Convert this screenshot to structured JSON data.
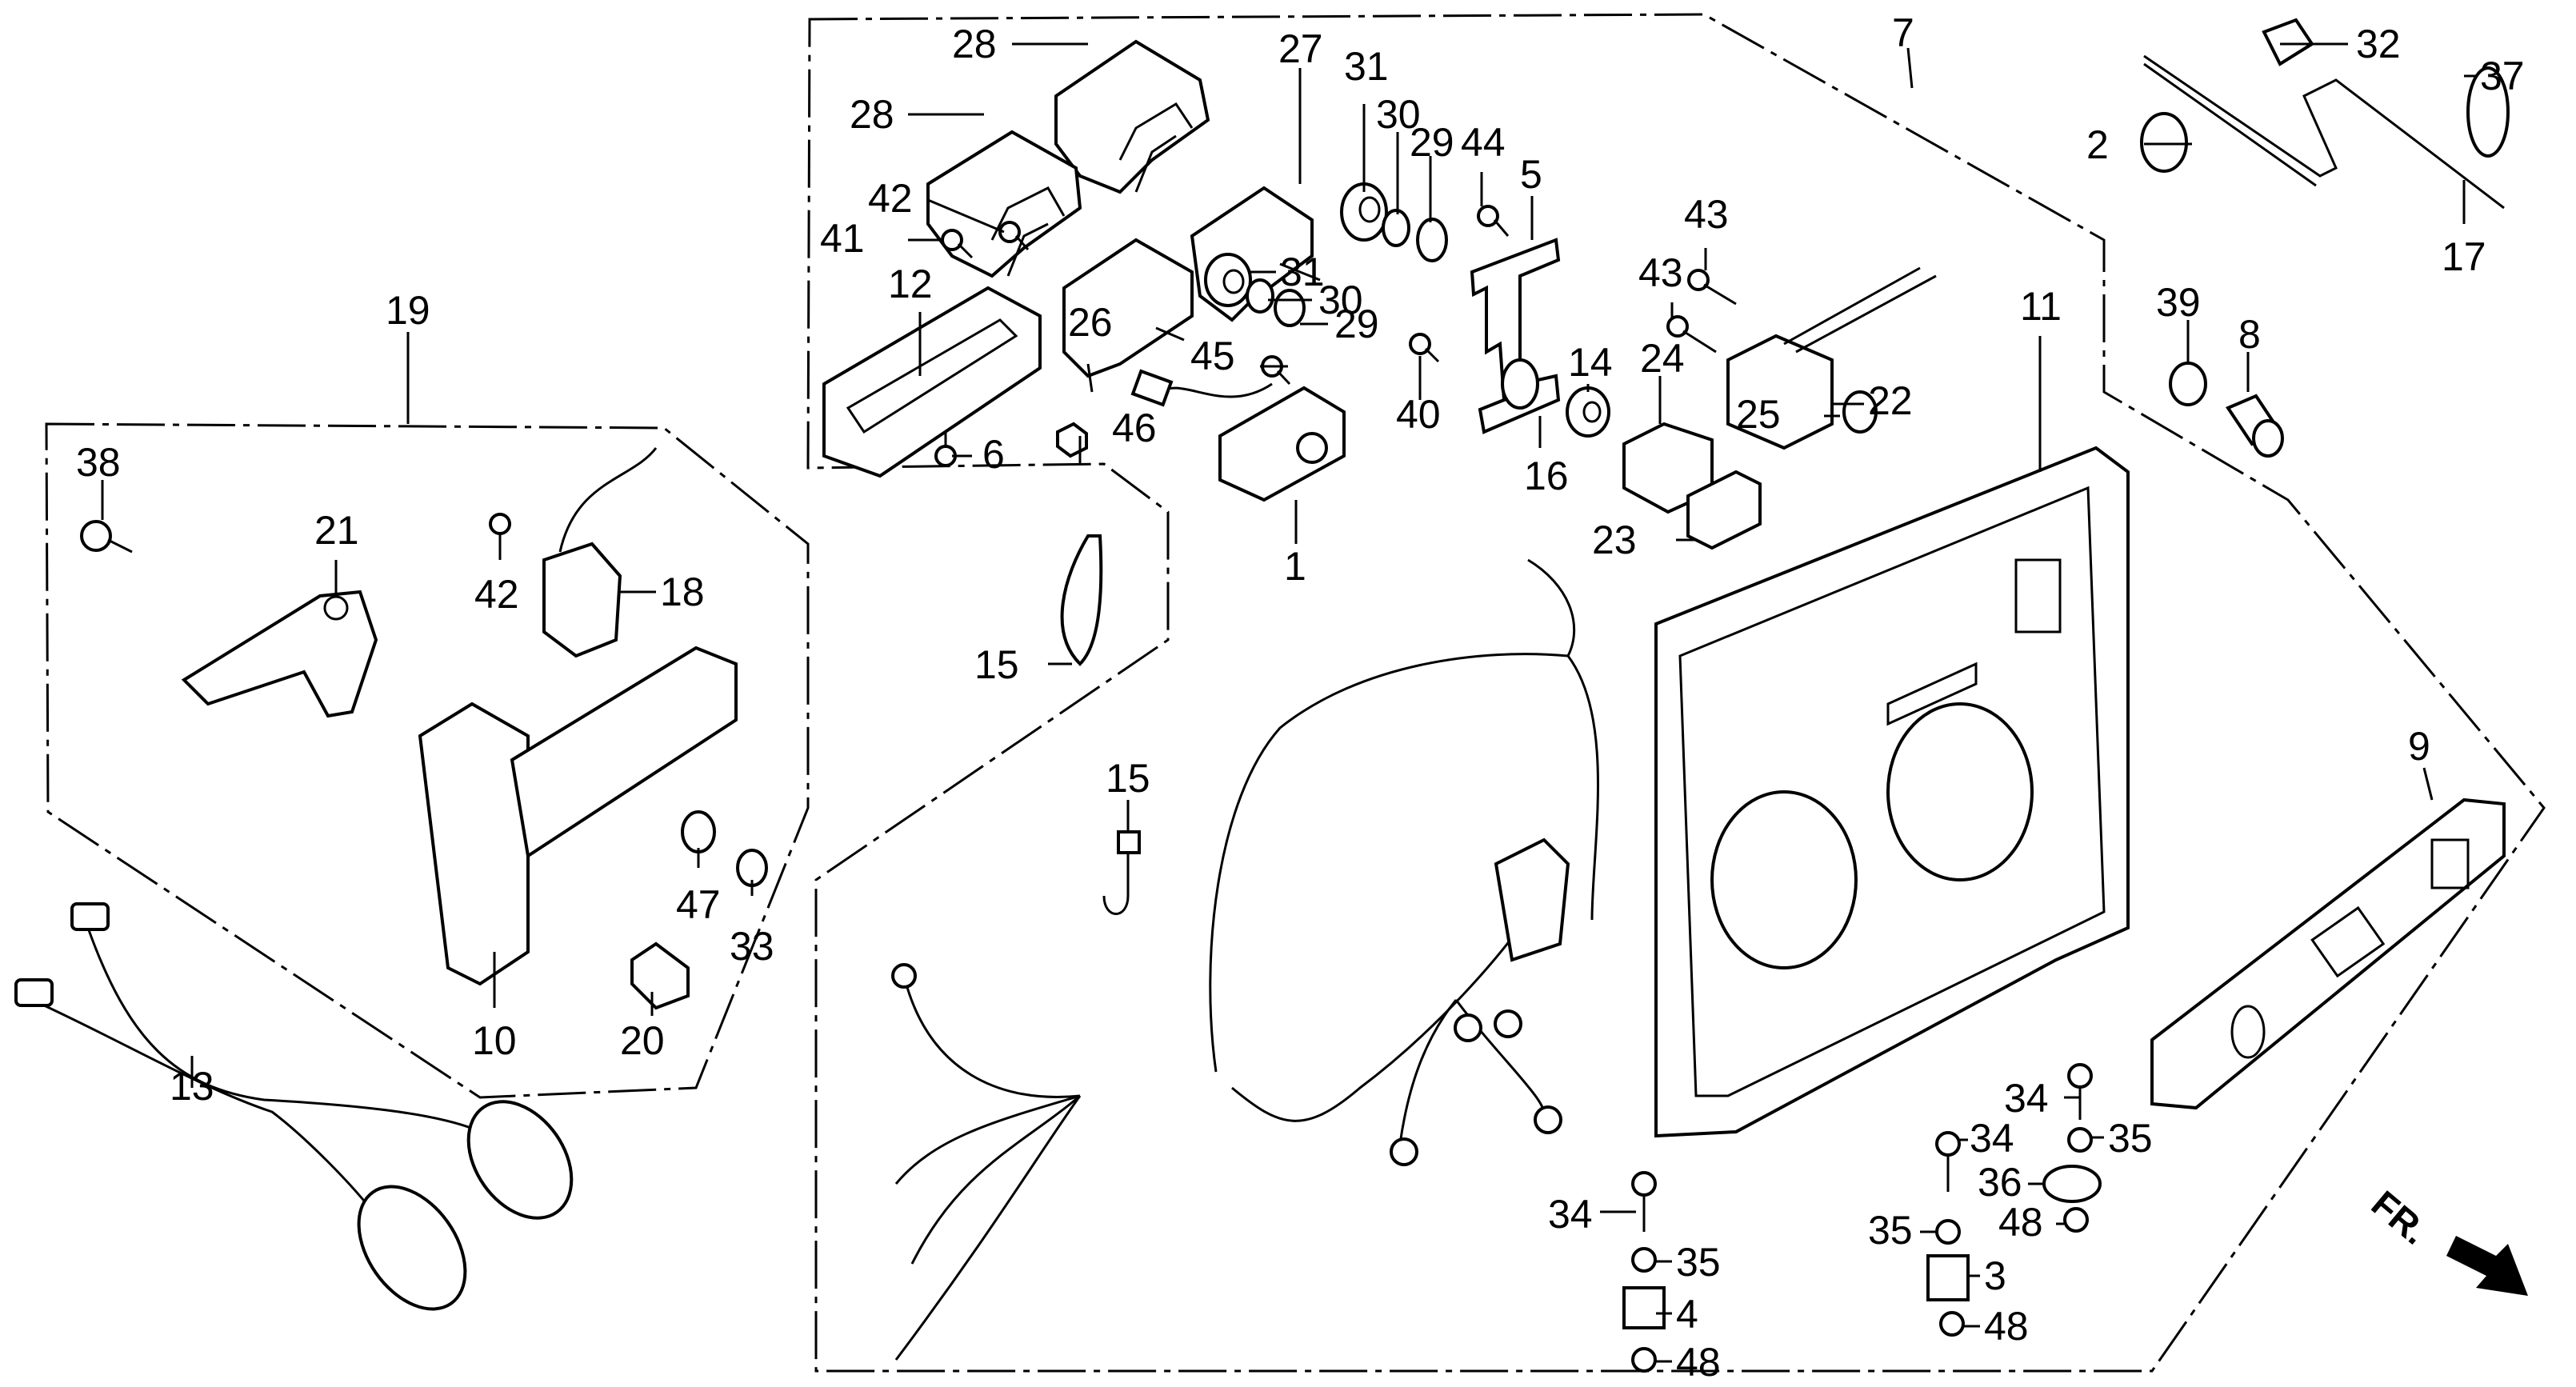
{
  "diagram": {
    "type": "exploded-parts-diagram",
    "subject": "generator control panel assembly",
    "direction_marker": "FR.",
    "callouts": [
      {
        "id": "c28a",
        "label": "28"
      },
      {
        "id": "c28b",
        "label": "28"
      },
      {
        "id": "c27",
        "label": "27"
      },
      {
        "id": "c31a",
        "label": "31"
      },
      {
        "id": "c30a",
        "label": "30"
      },
      {
        "id": "c29a",
        "label": "29"
      },
      {
        "id": "c44",
        "label": "44"
      },
      {
        "id": "c5",
        "label": "5"
      },
      {
        "id": "c7",
        "label": "7"
      },
      {
        "id": "c42a",
        "label": "42"
      },
      {
        "id": "c41",
        "label": "41"
      },
      {
        "id": "c31b",
        "label": "31"
      },
      {
        "id": "c30b",
        "label": "30"
      },
      {
        "id": "c29b",
        "label": "29"
      },
      {
        "id": "c26",
        "label": "26"
      },
      {
        "id": "c12",
        "label": "12"
      },
      {
        "id": "c45",
        "label": "45"
      },
      {
        "id": "c40",
        "label": "40"
      },
      {
        "id": "c46",
        "label": "46"
      },
      {
        "id": "c6",
        "label": "6"
      },
      {
        "id": "c1",
        "label": "1"
      },
      {
        "id": "c43a",
        "label": "43"
      },
      {
        "id": "c43b",
        "label": "43"
      },
      {
        "id": "c14",
        "label": "14"
      },
      {
        "id": "c24",
        "label": "24"
      },
      {
        "id": "c22",
        "label": "22"
      },
      {
        "id": "c25",
        "label": "25"
      },
      {
        "id": "c16",
        "label": "16"
      },
      {
        "id": "c23",
        "label": "23"
      },
      {
        "id": "c11",
        "label": "11"
      },
      {
        "id": "c32",
        "label": "32"
      },
      {
        "id": "c37",
        "label": "37"
      },
      {
        "id": "c2",
        "label": "2"
      },
      {
        "id": "c17",
        "label": "17"
      },
      {
        "id": "c39",
        "label": "39"
      },
      {
        "id": "c8",
        "label": "8"
      },
      {
        "id": "c19",
        "label": "19"
      },
      {
        "id": "c38",
        "label": "38"
      },
      {
        "id": "c21",
        "label": "21"
      },
      {
        "id": "c42b",
        "label": "42"
      },
      {
        "id": "c18",
        "label": "18"
      },
      {
        "id": "c47",
        "label": "47"
      },
      {
        "id": "c33",
        "label": "33"
      },
      {
        "id": "c10",
        "label": "10"
      },
      {
        "id": "c20",
        "label": "20"
      },
      {
        "id": "c13",
        "label": "13"
      },
      {
        "id": "c15a",
        "label": "15"
      },
      {
        "id": "c15b",
        "label": "15"
      },
      {
        "id": "c9",
        "label": "9"
      },
      {
        "id": "c34a",
        "label": "34"
      },
      {
        "id": "c35a",
        "label": "35"
      },
      {
        "id": "c34b",
        "label": "34"
      },
      {
        "id": "c36",
        "label": "36"
      },
      {
        "id": "c35b",
        "label": "35"
      },
      {
        "id": "c48a",
        "label": "48"
      },
      {
        "id": "c34c",
        "label": "34"
      },
      {
        "id": "c35c",
        "label": "35"
      },
      {
        "id": "c3",
        "label": "3"
      },
      {
        "id": "c48b",
        "label": "48"
      },
      {
        "id": "c4",
        "label": "4"
      },
      {
        "id": "c48c",
        "label": "48"
      }
    ]
  }
}
